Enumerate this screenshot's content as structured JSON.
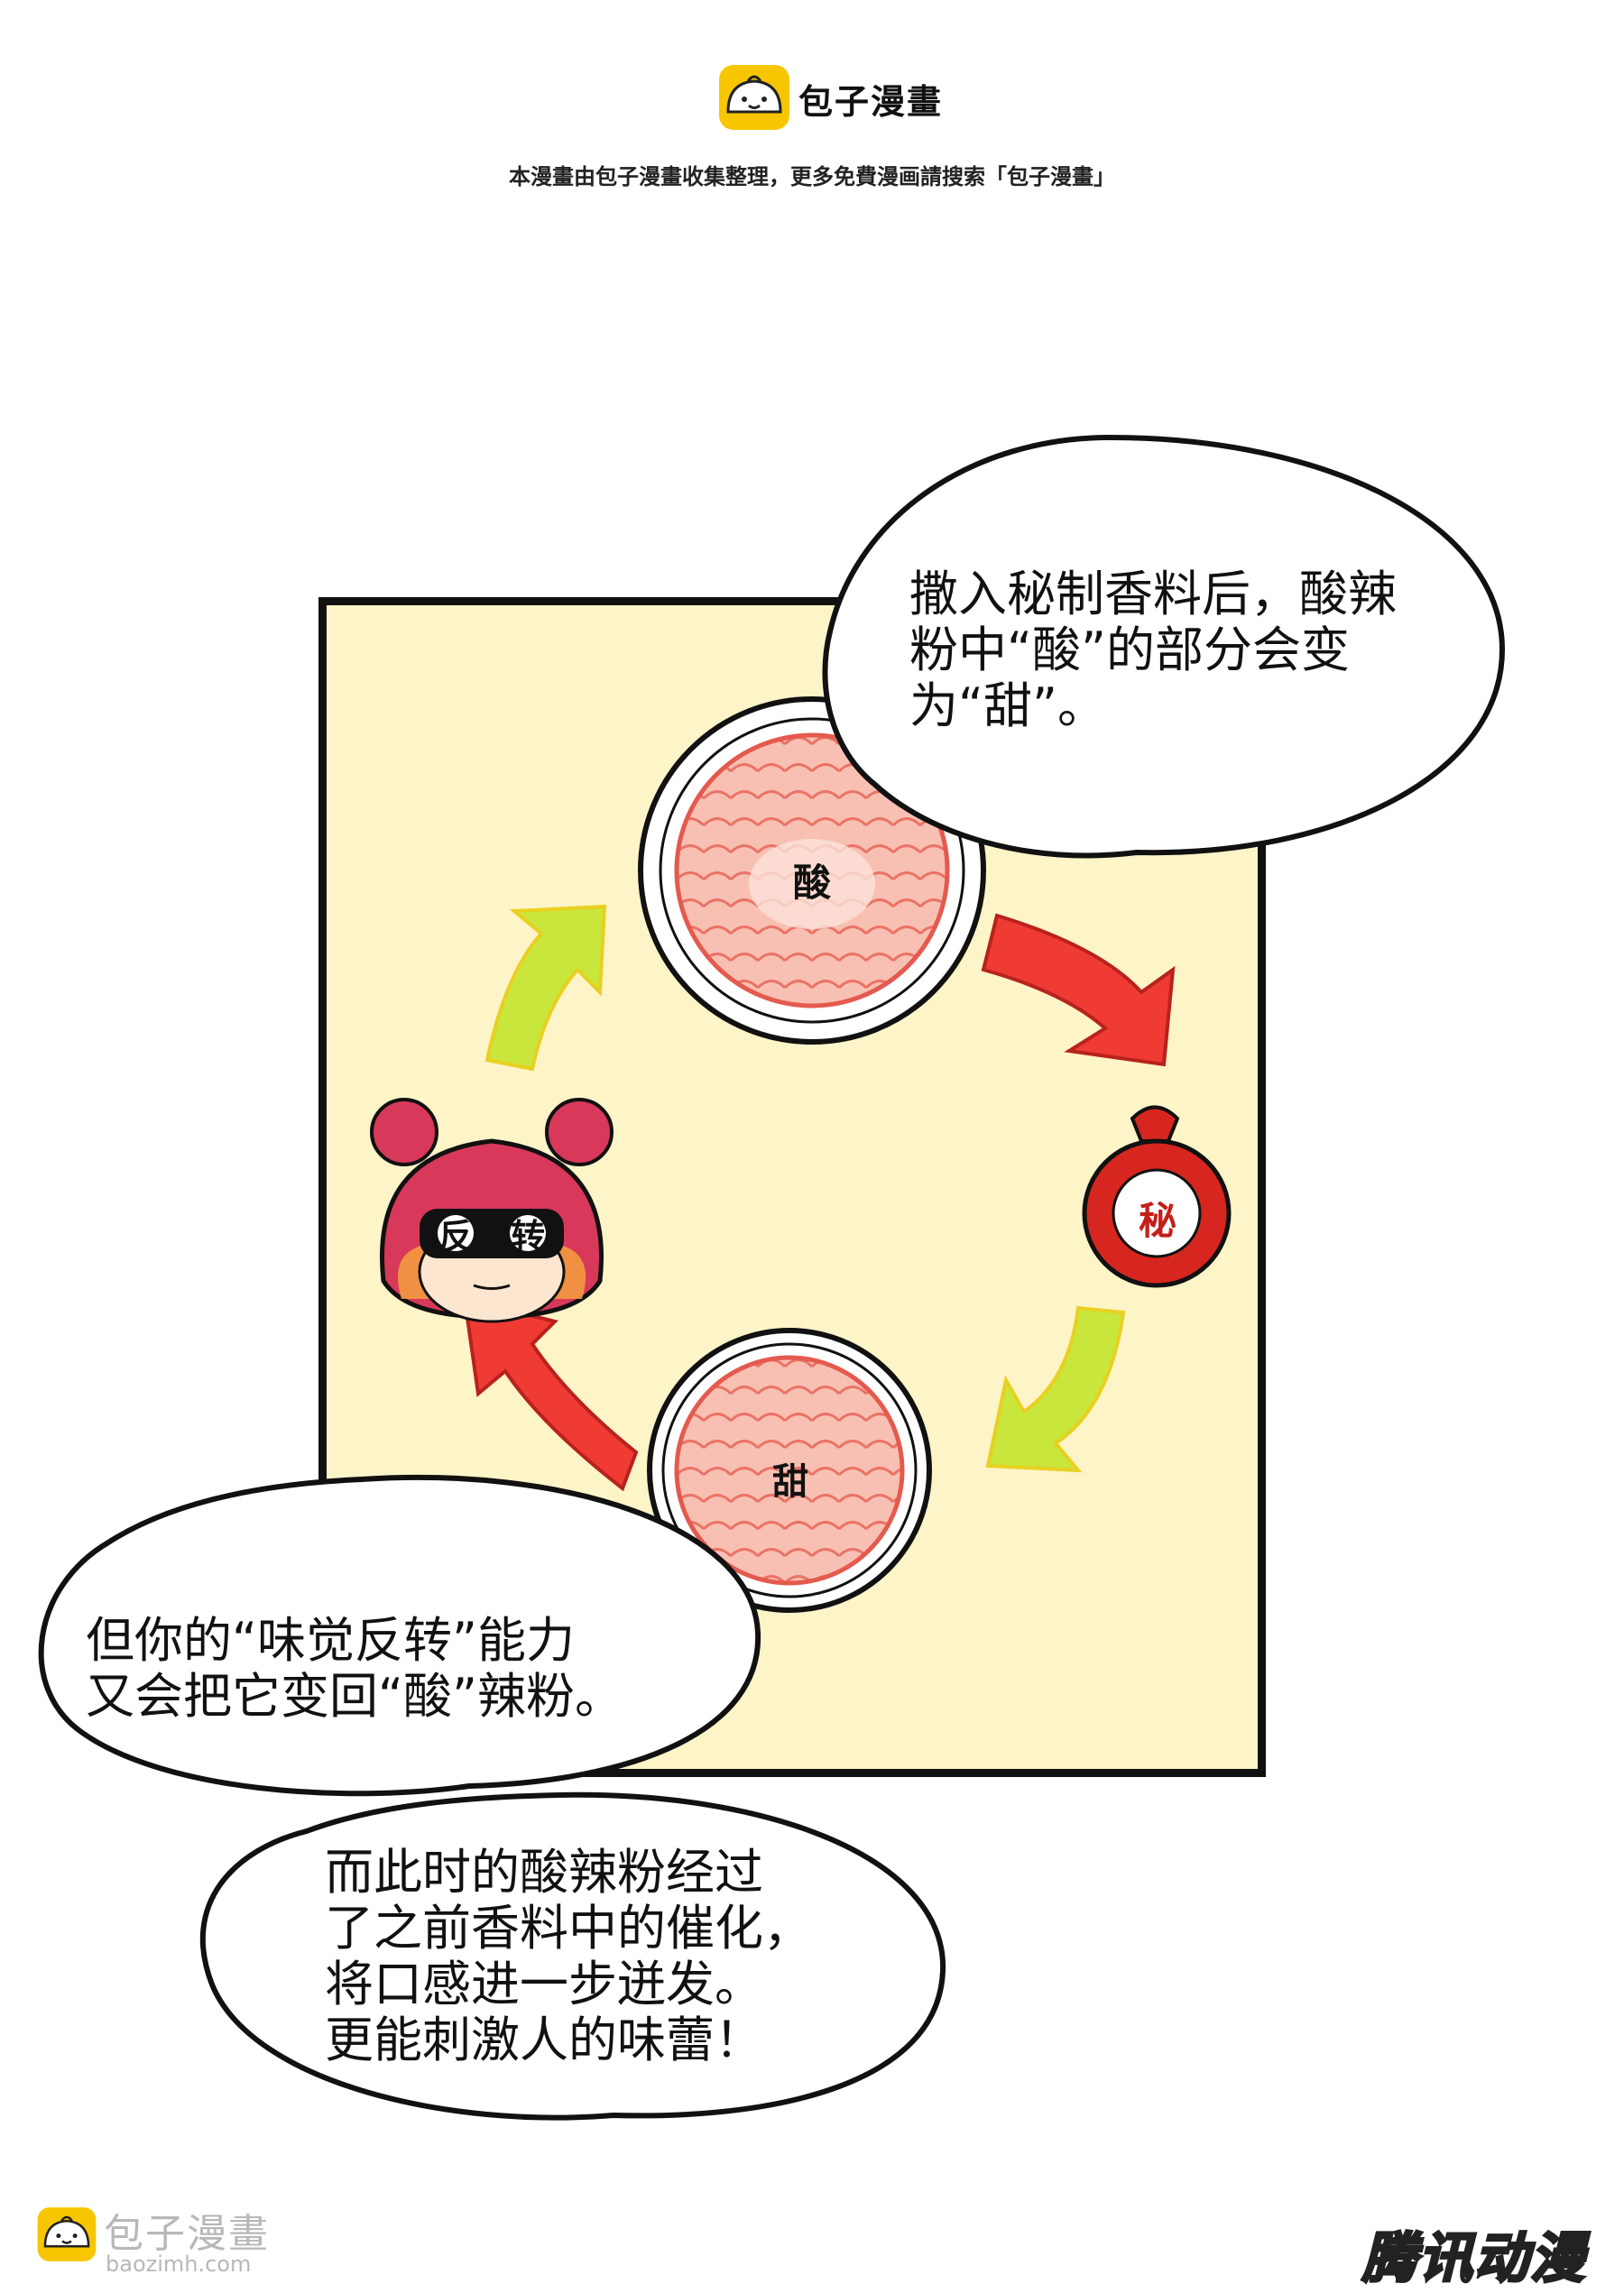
{
  "header": {
    "brand": "包子漫畫",
    "notice": "本漫畫由包子漫畫收集整理，更多免費漫画請搜索「包子漫畫」"
  },
  "panel": {
    "diagram_labels": {
      "sour": "酸",
      "secret": "秘",
      "sweet": "甜",
      "reverse_left": "反",
      "reverse_right": "转"
    },
    "colors": {
      "background": "#fdf4c8",
      "red_arrow": "#ef3b34",
      "green_arrow": "#c8e63c",
      "yarn": "#f4a59a",
      "hair": "#d8385a"
    }
  },
  "bubbles": {
    "top_right": [
      "撒入秘制香料后，酸辣",
      "粉中“酸”的部分会变",
      "为“甜”。"
    ],
    "left": [
      "但你的“味觉反转”能力",
      "又会把它变回“酸”辣粉。"
    ],
    "bottom": [
      "而此时的酸辣粉经过",
      "了之前香料中的催化，",
      "将口感进一步迸发。",
      "更能刺激人的味蕾！"
    ]
  },
  "footer": {
    "brand": "包子漫畫",
    "url": "baozimh.com",
    "watermark": "腾讯动漫"
  }
}
